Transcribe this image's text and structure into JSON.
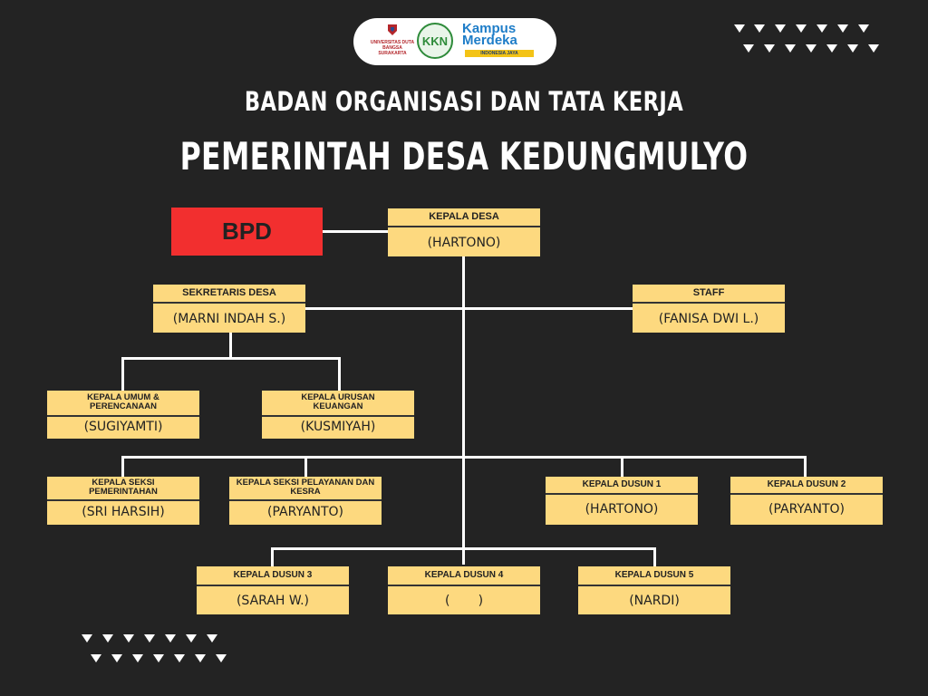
{
  "logos": {
    "udb_text": "UNIVERSITAS DUTA BANGSA SURAKARTA",
    "kkn_text": "KKN",
    "kampus_line1": "Kampus",
    "kampus_line2": "Merdeka",
    "kampus_tag": "INDONESIA JAYA"
  },
  "title_line1": "BADAN ORGANISASI DAN TATA KERJA",
  "title_line2": "PEMERINTAH DESA KEDUNGMULYO",
  "colors": {
    "background": "#232323",
    "box": "#fdd97f",
    "bpd": "#f22f2f",
    "connector": "#ffffff"
  },
  "bpd": {
    "label": "BPD"
  },
  "kepala_desa": {
    "title": "KEPALA DESA",
    "name": "(HARTONO)"
  },
  "sekretaris": {
    "title": "SEKRETARIS DESA",
    "name": "(MARNI INDAH S.)"
  },
  "staff": {
    "title": "STAFF",
    "name": "(FANISA DWI L.)"
  },
  "kaur_umum": {
    "title": "KEPALA UMUM & PERENCANAAN",
    "name": "(SUGIYAMTI)"
  },
  "kaur_keuangan": {
    "title": "KEPALA URUSAN KEUANGAN",
    "name": "(KUSMIYAH)"
  },
  "kasi_pemerintahan": {
    "title": "KEPALA SEKSI PEMERINTAHAN",
    "name": "(SRI HARSIH)"
  },
  "kasi_pelayanan": {
    "title": "KEPALA SEKSI PELAYANAN DAN KESRA",
    "name": "(PARYANTO)"
  },
  "dusun1": {
    "title": "KEPALA DUSUN 1",
    "name": "(HARTONO)"
  },
  "dusun2": {
    "title": "KEPALA DUSUN 2",
    "name": "(PARYANTO)"
  },
  "dusun3": {
    "title": "KEPALA DUSUN 3",
    "name": "(SARAH W.)"
  },
  "dusun4": {
    "title": "KEPALA DUSUN 4",
    "name": "(       )"
  },
  "dusun5": {
    "title": "KEPALA DUSUN 5",
    "name": "(NARDI)"
  }
}
